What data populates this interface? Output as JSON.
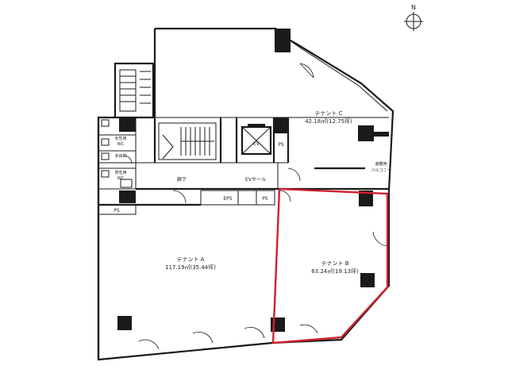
{
  "compass": {
    "label": "N"
  },
  "rooms": {
    "tenant_a": {
      "name": "テナント A",
      "area": "117.19㎡(35.44坪)"
    },
    "tenant_b": {
      "name": "テナント B",
      "area": "63.24㎡(19.13坪)"
    },
    "tenant_c": {
      "name": "テナント C",
      "area": "42.18㎡(12.75坪)"
    }
  },
  "labels": {
    "corridor": "廊下",
    "ev_hall": "EVホール",
    "ev": "EV",
    "eps": "EPS",
    "ps_upper": "PS",
    "ps_lower": "PS",
    "ps_left": "PS",
    "wc_women_1": "女性用",
    "wc_women_2": "WC",
    "wc_multi": "多目的",
    "wc_men_1": "男性用",
    "wc_men_2": "WC",
    "balcony_1": "避難用",
    "balcony_2": "バルコニー"
  },
  "colors": {
    "highlight": "#d0202f",
    "wall": "#1a1a1a"
  }
}
